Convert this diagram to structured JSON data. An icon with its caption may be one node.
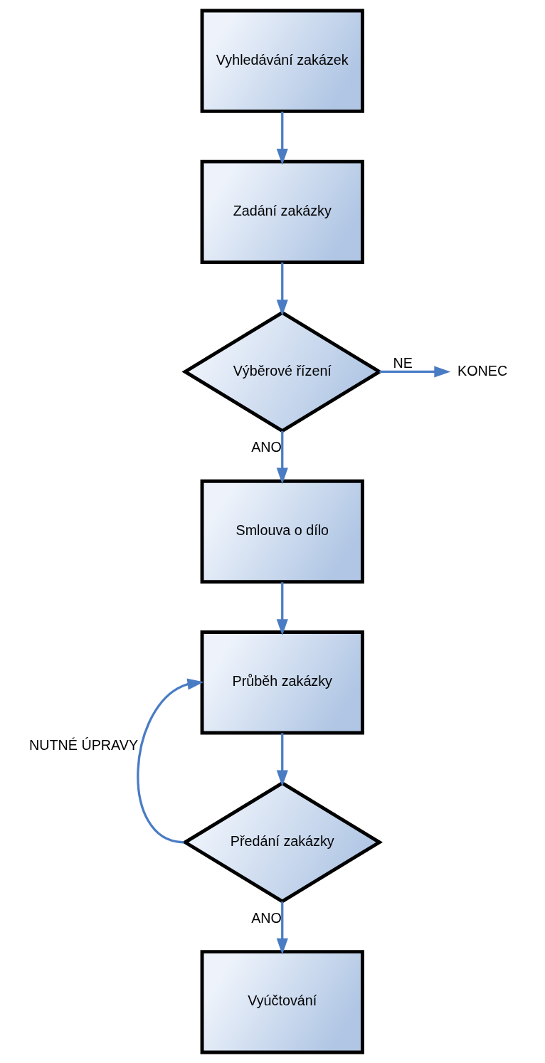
{
  "diagram": {
    "nodes": [
      {
        "text": [
          "Vyhledávání zakázek"
        ]
      },
      {
        "text": [
          "Zadání zakázky"
        ]
      },
      {
        "text": [
          "Výběrové řízení"
        ]
      },
      {
        "text": [
          "KONEC"
        ]
      },
      {
        "text": [
          "Smlouva o dílo"
        ]
      },
      {
        "text": [
          "Průběh zakázky"
        ]
      },
      {
        "text": [
          "Předání zakázky"
        ]
      },
      {
        "text": [
          "Vyúčtování"
        ]
      }
    ],
    "edges": [
      {
        "from": 0,
        "to": 1,
        "arrow": "to"
      },
      {
        "from": 1,
        "to": 2,
        "arrow": "to"
      },
      {
        "from": 2,
        "to": 3,
        "arrow": "to",
        "label": "NE"
      },
      {
        "from": 2,
        "to": 4,
        "arrow": "to",
        "label": "ANO"
      },
      {
        "from": 4,
        "to": 5,
        "arrow": "to"
      },
      {
        "from": 5,
        "to": 6,
        "arrow": "to"
      },
      {
        "from": 6,
        "to": 5,
        "arrow": "to",
        "label": "NUTNÉ ÚPRAVY"
      },
      {
        "from": 6,
        "to": 7,
        "arrow": "to",
        "label": "ANO"
      }
    ]
  }
}
